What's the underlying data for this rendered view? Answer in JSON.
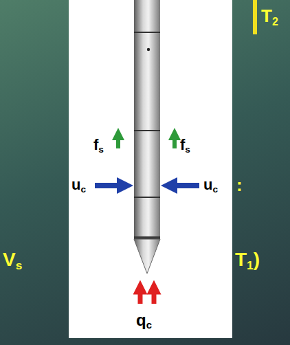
{
  "diagram": {
    "labels": [
      "T2",
      "fs",
      "fs",
      "uc",
      "uc",
      ":",
      "Vs",
      "T1)",
      "qc"
    ]
  }
}
